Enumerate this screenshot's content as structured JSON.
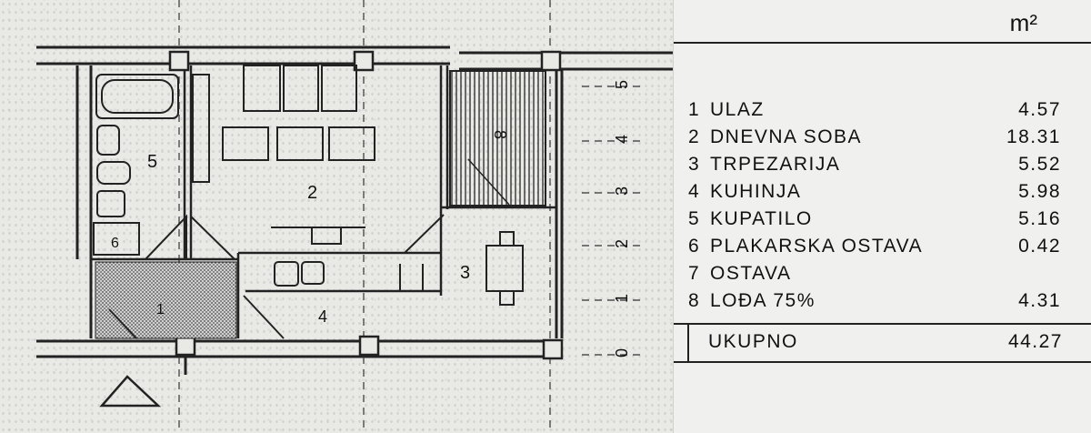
{
  "plan": {
    "room_labels": [
      {
        "id": "room-5",
        "text": "5"
      },
      {
        "id": "room-2",
        "text": "2"
      },
      {
        "id": "room-8",
        "text": "8"
      },
      {
        "id": "room-6",
        "text": "6"
      },
      {
        "id": "room-3",
        "text": "3"
      },
      {
        "id": "room-4",
        "text": "4"
      },
      {
        "id": "room-1",
        "text": "1"
      }
    ],
    "axis_labels": [
      "5",
      "4",
      "3",
      "2",
      "1",
      "0"
    ]
  },
  "legend": {
    "unit": "m²",
    "rooms": [
      {
        "num": "1",
        "name": "ULAZ",
        "area": "4.57"
      },
      {
        "num": "2",
        "name": "DNEVNA SOBA",
        "area": "18.31"
      },
      {
        "num": "3",
        "name": "TRPEZARIJA",
        "area": "5.52"
      },
      {
        "num": "4",
        "name": "KUHINJA",
        "area": "5.98"
      },
      {
        "num": "5",
        "name": "KUPATILO",
        "area": "5.16"
      },
      {
        "num": "6",
        "name": "PLAKARSKA OSTAVA",
        "area": "0.42"
      },
      {
        "num": "7",
        "name": "OSTAVA",
        "area": ""
      },
      {
        "num": "8",
        "name": "LOĐA 75%",
        "area": "4.31"
      }
    ],
    "total_label": "UKUPNO",
    "total_area": "44.27"
  }
}
